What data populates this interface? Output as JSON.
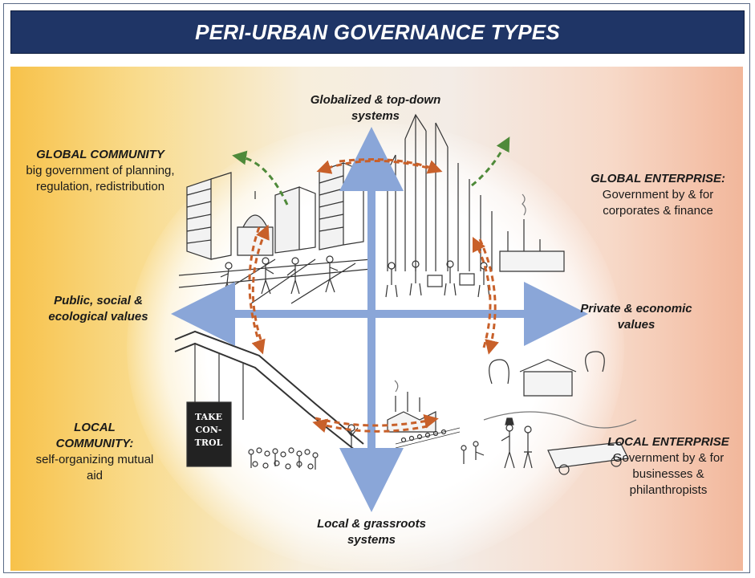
{
  "title": "PERI-URBAN GOVERNANCE TYPES",
  "axes": {
    "top": "Globalized & top-down systems",
    "bottom": "Local & grassroots systems",
    "left": "Public, social & ecological values",
    "right": "Private & economic values"
  },
  "quadrants": {
    "global_community": {
      "heading": "GLOBAL COMMUNITY",
      "body": "big government of planning, regulation, redistribution"
    },
    "global_enterprise": {
      "heading": "GLOBAL ENTERPRISE:",
      "body": "Government by & for corporates & finance"
    },
    "local_community": {
      "heading": "LOCAL COMMUNITY:",
      "body": "self-organizing mutual aid"
    },
    "local_enterprise": {
      "heading": "LOCAL ENTERPRISE",
      "body": "Government by & for businesses & philanthropists"
    }
  },
  "sign_text": "TAKE CON-TROL",
  "colors": {
    "title_bg": "#1f3566",
    "axis_blue": "#8aa6d8",
    "cycle_arrow": "#c8602a",
    "escape_arrow": "#4f8a3a",
    "left_panel": "#f7c24a",
    "right_panel": "#f2b79b"
  }
}
